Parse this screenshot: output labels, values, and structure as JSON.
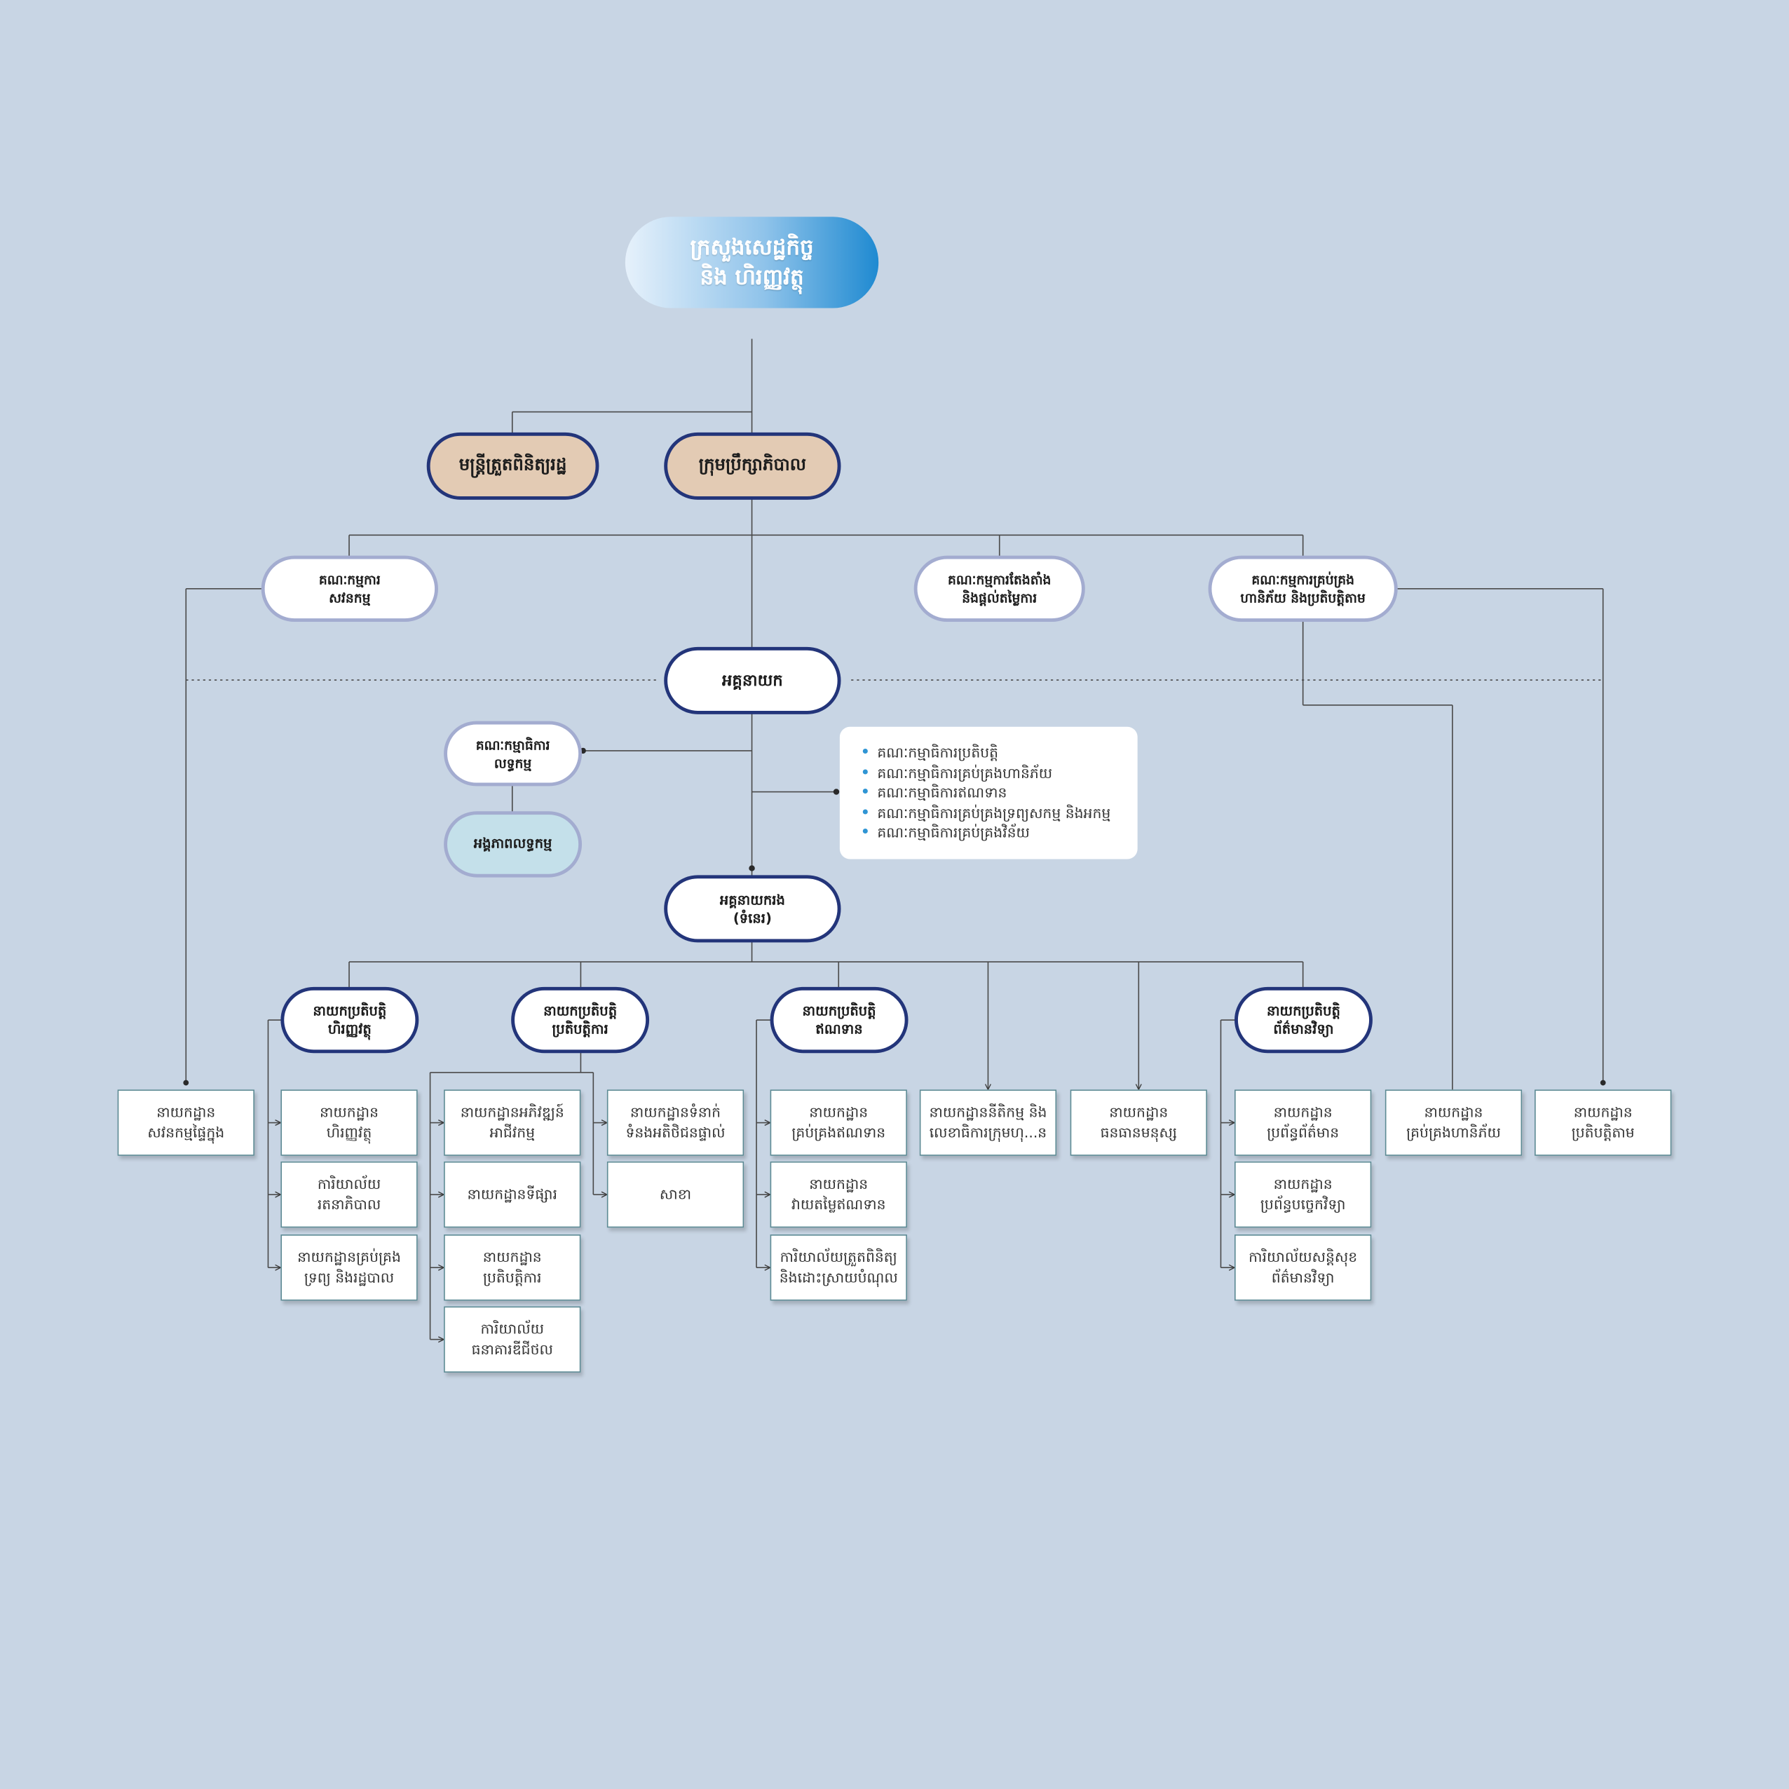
{
  "top": {
    "line1": "ក្រសួងសេដ្ឋកិច្ច",
    "line2": "និង ហិរញ្ញវត្ថុ"
  },
  "governance": {
    "inspector": "មន្ត្រីត្រួតពិនិត្យរដ្ឋ",
    "board": "ក្រុមប្រឹក្សាភិបាល"
  },
  "committees": {
    "audit": "គណៈកម្មការ\nសវនកម្ម",
    "nomination": "គណៈកម្មការតែងតាំង\nនិងផ្តល់តម្លៃការ",
    "risk": "គណៈកម្មការគ្រប់គ្រង\nហានិភ័យ និងប្រតិបត្តិតាម"
  },
  "ceo": "អគ្គនាយក",
  "procurement_committee": "គណៈកម្មាធិការ\nលទ្ធកម្ម",
  "procurement_unit": "អង្គភាពលទ្ធកម្ម",
  "exec_committees": [
    "គណៈកម្មាធិការប្រតិបត្តិ",
    "គណៈកម្មាធិការគ្រប់គ្រងហានិភ័យ",
    "គណៈកម្មាធិការឥណទាន",
    "គណៈកម្មាធិការគ្រប់គ្រងទ្រព្យសកម្ម និងអកម្ម",
    "គណៈកម្មាធិការគ្រប់គ្រងវិន័យ"
  ],
  "deputy_ceo": "អគ្គនាយករង\n(ទំនេរ)",
  "directors": {
    "finance": "នាយកប្រតិបត្តិ\nហិរញ្ញវត្ថុ",
    "operations": "នាយកប្រតិបត្តិ\nប្រតិបត្តិការ",
    "credit": "នាយកប្រតិបត្តិ\nឥណទាន",
    "it": "នាយកប្រតិបត្តិ\nព័ត៌មានវិទ្យា"
  },
  "departments": {
    "internal_audit": "នាយកដ្ឋាន\nសវនកម្មផ្ទៃក្នុង",
    "finance": "នាយកដ្ឋាន\nហិរញ្ញវត្ថុ",
    "admin_office": "ការិយាល័យ\nរតនាភិបាល",
    "asset_mgmt": "នាយកដ្ឋានគ្រប់គ្រង\nទ្រព្យ និងរដ្ឋបាល",
    "business_dev": "នាយកដ្ឋានអភិវឌ្ឍន៍\nអាជីវកម្ម",
    "marketing": "នាយកដ្ឋានទីផ្សារ",
    "operations": "នាយកដ្ឋាន\nប្រតិបត្តិការ",
    "digital_bank": "ការិយាល័យ\nធនាគារឌីជីថល",
    "customer_relations": "នាយកដ្ឋានទំនាក់\nទំនងអតិថិជនផ្ទាល់",
    "branches": "សាខា",
    "credit_mgmt": "នាយកដ្ឋាន\nគ្រប់គ្រងឥណទាន",
    "credit_eval": "នាយកដ្ឋាន\nវាយតម្លៃឥណទាន",
    "recovery": "ការិយាល័យត្រួតពិនិត្យ\nនិងដោះស្រាយបំណុល",
    "legal": "នាយកដ្ឋាននីតិកម្ម និង\nលេខាធិការក្រុមហុ...ន",
    "hr": "នាយកដ្ឋាន\nធនធានមនុស្ស",
    "info_systems": "នាយកដ្ឋាន\nប្រព័ន្ធព័ត៌មាន",
    "tech_infra": "នាយកដ្ឋាន\nប្រព័ន្ធបច្ចេកវិទ្យា",
    "it_security": "ការិយាល័យសន្តិសុខ\nព័ត៌មានវិទ្យា",
    "risk_mgmt": "នាយកដ្ឋាន\nគ្រប់គ្រងហានិភ័យ",
    "compliance": "នាយកដ្ឋាន\nប្រតិបត្តិតាម"
  },
  "colors": {
    "background": "#c8d5e4",
    "dark_border": "#23357a",
    "light_border": "#a3acd0",
    "tan_fill": "#e3cbb4",
    "light_fill": "#c4e0ea",
    "gradient_end": "#1f8ad1",
    "bullet": "#2f95d4"
  }
}
